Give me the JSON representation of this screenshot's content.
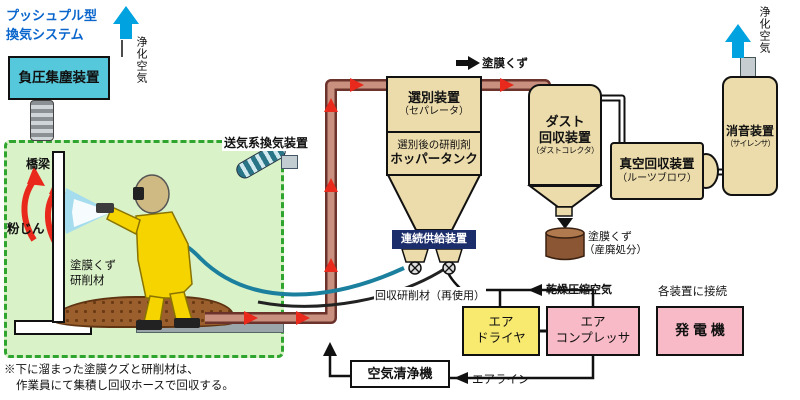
{
  "colors": {
    "title_blue": "#0a66cc",
    "air_arrow_blue": "#00a3e0",
    "dust_unit_cyan": "#56c8dc",
    "work_area_green": "#daf2c8",
    "work_area_border": "#2fa52f",
    "equipment_tan": "#ecdcab",
    "feeder_navy": "#1b2d6b",
    "dryer_yellow": "#f8ea6e",
    "pink_box": "#f8bac6",
    "pipe_maroon": "#6b332b",
    "flow_red": "#e8291c",
    "worker_yellow": "#f6d400"
  },
  "header": {
    "title_line1": "プッシュプル型",
    "title_line2": "換気システム"
  },
  "left": {
    "purified_air": "浄化空気",
    "dust_unit": "負圧集塵装置"
  },
  "room": {
    "bridge": "橋梁",
    "dust": "粉じん",
    "chips": "塗膜くず",
    "abrasive": "研削材",
    "supply_vent": "送気系換気装置"
  },
  "center": {
    "separator_title": "選別装置",
    "separator_sub": "（セパレータ）",
    "sorted_abrasive": "選別後の研削剤",
    "hopper": "ホッパータンク",
    "feeder": "連続供給装置",
    "chips_top": "塗膜くず",
    "recovered": "回収研削材（再使用）"
  },
  "right": {
    "collector_line1": "ダスト",
    "collector_line2": "回収装置",
    "collector_sub": "（ダストコレクタ）",
    "vacuum_title": "真空回収装置",
    "vacuum_sub": "（ルーツブロワ）",
    "silencer_title": "消音装置",
    "silencer_sub": "（サイレンサ）",
    "purified_air": "浄化空気",
    "waste_line1": "塗膜くず",
    "waste_line2": "（産廃処分）"
  },
  "bottom": {
    "dry_air": "乾燥圧縮空気",
    "dryer_line1": "エア",
    "dryer_line2": "ドライヤ",
    "compressor_line1": "エア",
    "compressor_line2": "コンプレッサ",
    "connect_each": "各装置に接続",
    "generator": "発 電 機",
    "purifier": "空気清浄機",
    "air_line": "エアライン",
    "note_line1": "※下に溜まった塗膜クズと研削材は、",
    "note_line2": "作業員にて集積し回収ホースで回収する。"
  }
}
